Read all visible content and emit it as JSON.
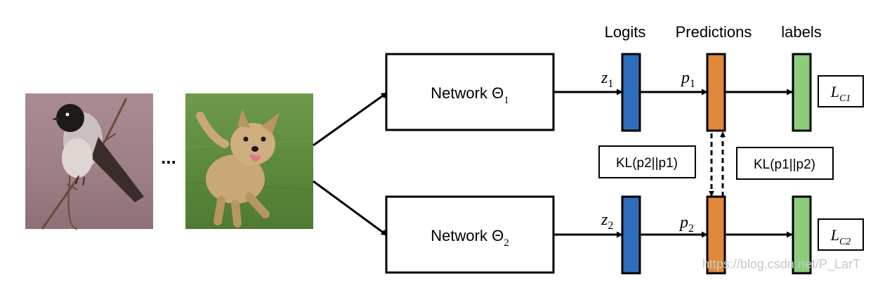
{
  "headers": {
    "logits": "Logits",
    "predictions": "Predictions",
    "labels": "labels"
  },
  "ellipsis": "...",
  "networks": [
    {
      "label": "Network Θ",
      "subscript": "1"
    },
    {
      "label": "Network Θ",
      "subscript": "2"
    }
  ],
  "logit_vars": [
    {
      "symbol": "z",
      "subscript": "1"
    },
    {
      "symbol": "z",
      "subscript": "2"
    }
  ],
  "pred_vars": [
    {
      "symbol": "p",
      "subscript": "1"
    },
    {
      "symbol": "p",
      "subscript": "2"
    }
  ],
  "losses": [
    {
      "symbol": "L",
      "subscript": "C1"
    },
    {
      "symbol": "L",
      "subscript": "C2"
    }
  ],
  "kl_terms": {
    "left": "KL(p2||p1)",
    "right": "KL(p1||p2)"
  },
  "watermark": "https://blog.csdn.net/P_LarT",
  "colors": {
    "logit": "#2e6fbd",
    "prediction": "#e0893a",
    "label": "#8ccc7a",
    "stroke": "#000000"
  },
  "images": [
    {
      "icon": "bird-photo"
    },
    {
      "icon": "dog-photo"
    }
  ]
}
